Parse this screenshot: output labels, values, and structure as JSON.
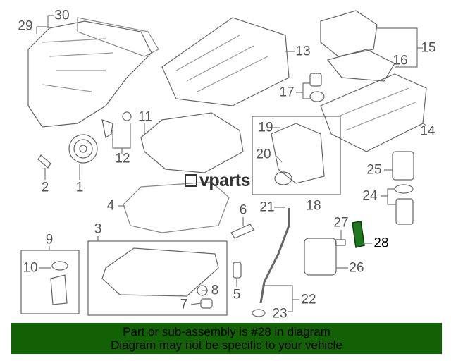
{
  "diagram": {
    "labels": [
      "1",
      "2",
      "3",
      "4",
      "5",
      "6",
      "7",
      "8",
      "9",
      "10",
      "11",
      "12",
      "13",
      "14",
      "15",
      "16",
      "17",
      "18",
      "19",
      "20",
      "21",
      "22",
      "23",
      "24",
      "25",
      "26",
      "27",
      "28",
      "29",
      "30"
    ],
    "highlighted_part": "28",
    "highlight_color": "#1f7a1f"
  },
  "logo": {
    "text": "vparts"
  },
  "banner": {
    "line1": "Part or sub-assembly is #28 in diagram",
    "line2": "Diagram may not be specific to your vehicle",
    "color": "#126105"
  }
}
